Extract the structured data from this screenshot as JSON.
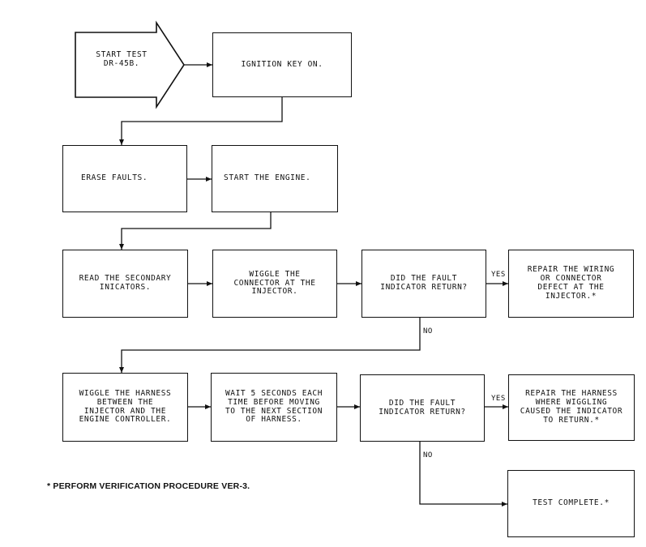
{
  "nodes": {
    "start": "START TEST\nDR-45B.",
    "ignition": "IGNITION KEY ON.",
    "erase": "ERASE FAULTS.",
    "start_engine": "START THE ENGINE.",
    "read": "READ THE SECONDARY\nINICATORS.",
    "wiggle_connector": "WIGGLE THE\nCONNECTOR AT THE\nINJECTOR.",
    "did_return_1": "DID THE FAULT\nINDICATOR RETURN?",
    "repair_wiring": "REPAIR THE WIRING\nOR CONNECTOR\nDEFECT AT THE\nINJECTOR.*",
    "wiggle_harness": "WIGGLE THE HARNESS\nBETWEEN THE\nINJECTOR AND THE\nENGINE CONTROLLER.",
    "wait": "WAIT 5 SECONDS EACH\nTIME BEFORE MOVING\nTO THE NEXT SECTION\nOF HARNESS.",
    "did_return_2": "DID THE FAULT\nINDICATOR RETURN?",
    "repair_harness": "REPAIR THE HARNESS\nWHERE WIGGLING\nCAUSED THE INDICATOR\nTO RETURN.*",
    "test_complete": "TEST COMPLETE.*"
  },
  "edge_labels": {
    "yes_1": "YES",
    "no_1": "NO",
    "yes_2": "YES",
    "no_2": "NO"
  },
  "footnote": "* PERFORM VERIFICATION PROCEDURE VER-3."
}
